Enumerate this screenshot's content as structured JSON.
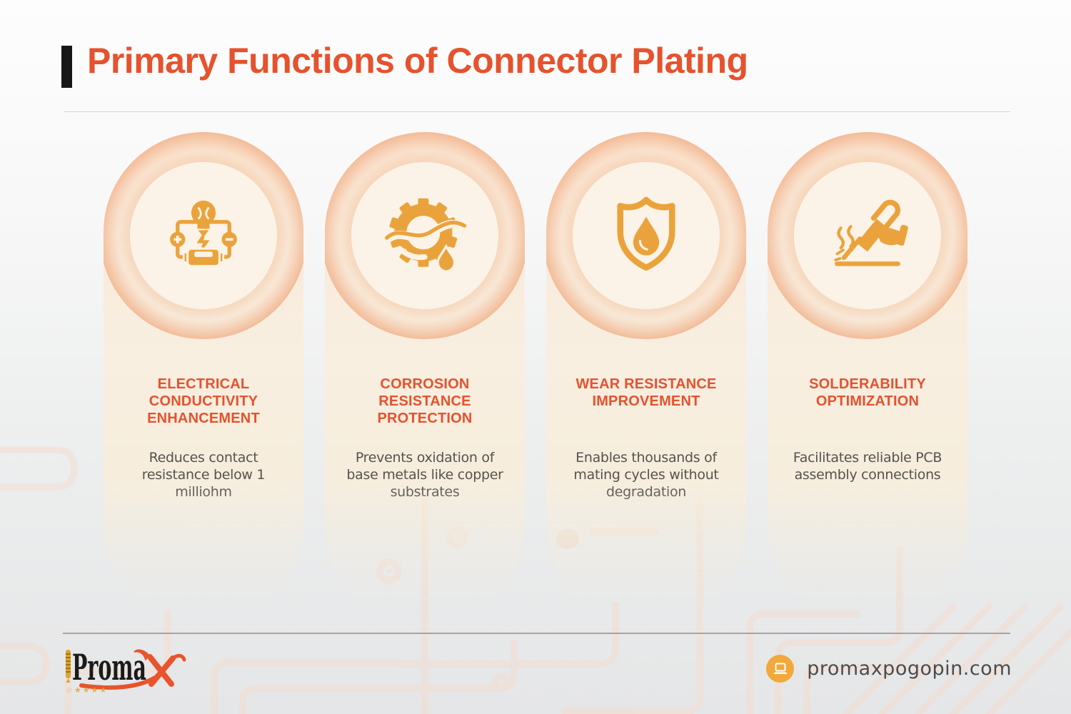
{
  "header": {
    "title": "Primary Functions of Connector Plating"
  },
  "colors": {
    "accent_orange": "#E5522D",
    "icon_gold": "#EAA33C",
    "card_peach_top": "#FBE5D1",
    "icon_circle_bg": "#FBF3E7",
    "body_text": "#56524D",
    "footer_text": "#4C4C4C",
    "site_badge": "#F2A93B",
    "title_bar_black": "#161616"
  },
  "cards": [
    {
      "icon": "circuit-bulb-icon",
      "title": "ELECTRICAL CONDUCTIVITY ENHANCEMENT",
      "description": "Reduces contact resistance below 1 milliohm"
    },
    {
      "icon": "gear-corrosion-icon",
      "title": "CORROSION RESISTANCE PROTECTION",
      "description": "Prevents oxidation of base metals like copper substrates"
    },
    {
      "icon": "shield-droplet-icon",
      "title": "WEAR RESISTANCE IMPROVEMENT",
      "description": "Enables thousands of mating cycles without degradation"
    },
    {
      "icon": "soldering-iron-icon",
      "title": "SOLDERABILITY OPTIMIZATION",
      "description": "Facilitates reliable PCB assembly connections"
    }
  ],
  "footer": {
    "logo_text": "Proma",
    "logo_x": "X",
    "logo_stars": "★ ★ ★ ★",
    "website": "promaxpogopin.com"
  }
}
